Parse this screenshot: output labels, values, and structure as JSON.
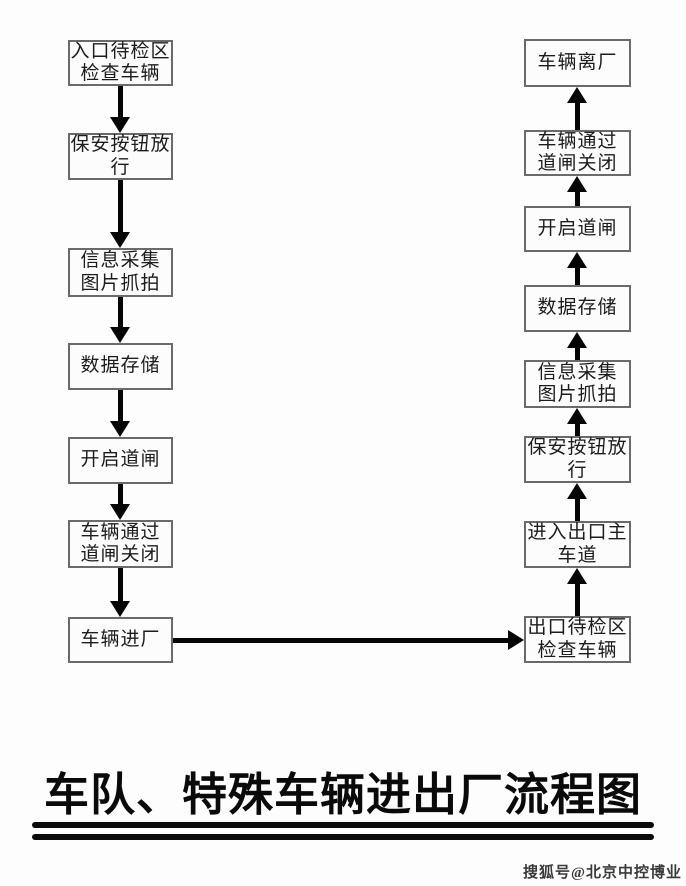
{
  "title": "车队、特殊车辆进出厂流程图",
  "watermark": "搜狐号@北京中控博业",
  "colors": {
    "background": "#fdfdfd",
    "box_border": "#6a6a6a",
    "arrow": "#050505",
    "text": "#1c1c1c"
  },
  "flow": {
    "left_column": {
      "direction": "down",
      "nodes": [
        {
          "label": "入口待检区\n检查车辆"
        },
        {
          "label": "保安按钮放\n行"
        },
        {
          "label": "信息采集\n图片抓拍"
        },
        {
          "label": "数据存储"
        },
        {
          "label": "开启道闸"
        },
        {
          "label": "车辆通过\n道闸关闭"
        },
        {
          "label": "车辆进厂"
        }
      ]
    },
    "right_column": {
      "direction": "up",
      "nodes": [
        {
          "label": "车辆离厂"
        },
        {
          "label": "车辆通过\n道闸关闭"
        },
        {
          "label": "开启道闸"
        },
        {
          "label": "数据存储"
        },
        {
          "label": "信息采集\n图片抓拍"
        },
        {
          "label": "保安按钮放\n行"
        },
        {
          "label": "进入出口主\n车道"
        },
        {
          "label": "出口待检区\n检查车辆"
        }
      ]
    },
    "connector": {
      "from": "车辆进厂",
      "to": "出口待检区检查车辆",
      "direction": "right"
    }
  }
}
